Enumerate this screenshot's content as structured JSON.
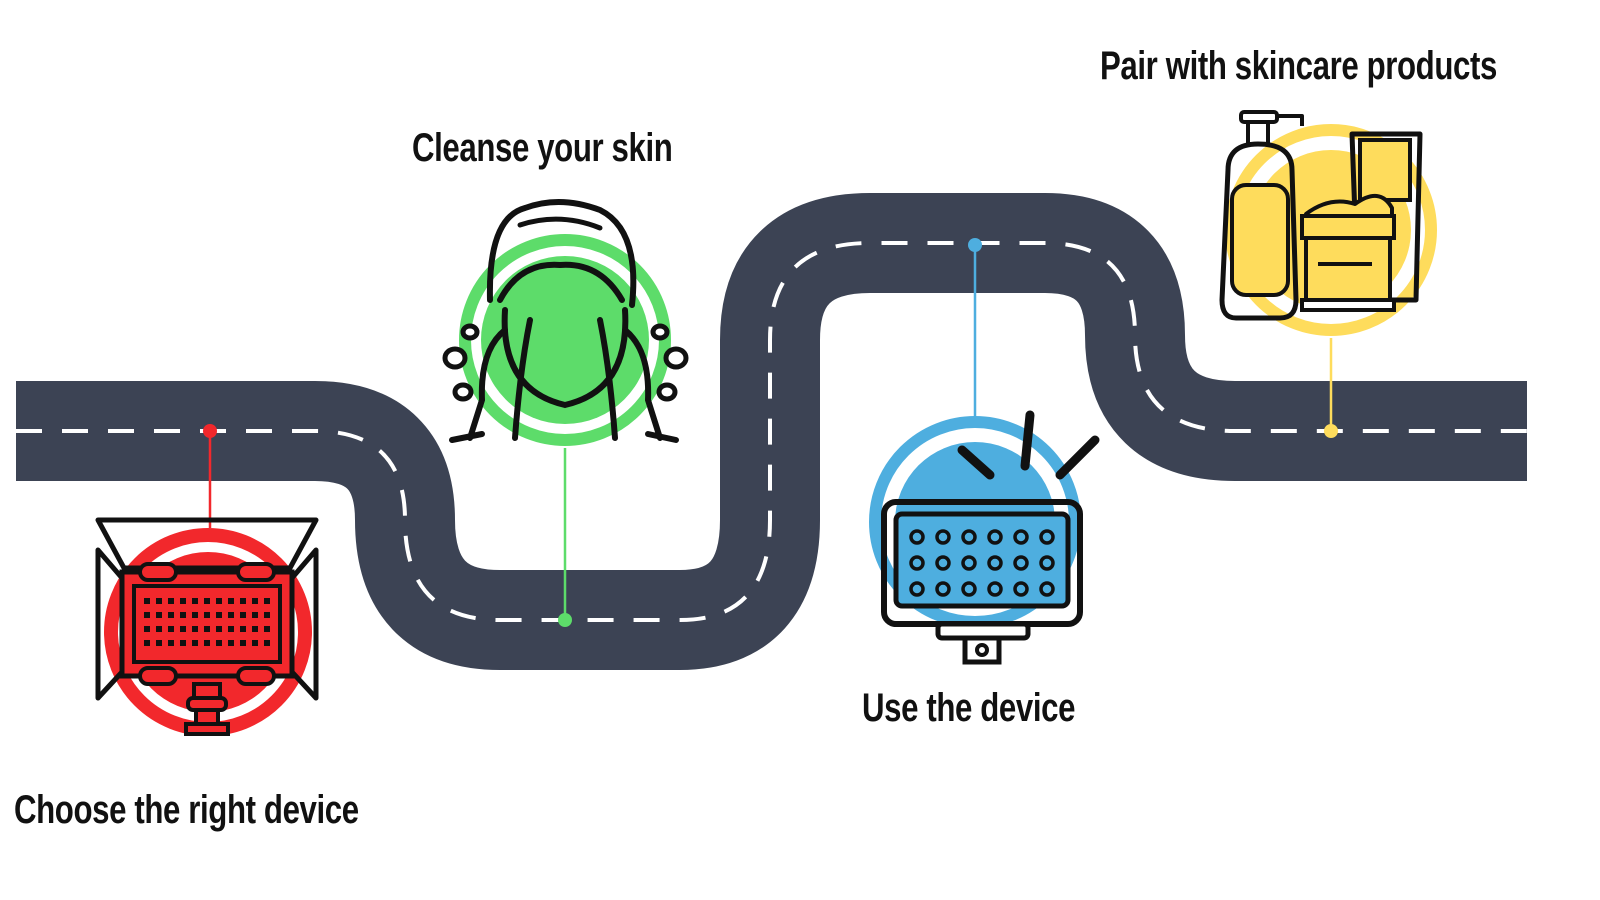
{
  "colors": {
    "road": "#3c4354",
    "road_dash": "#ffffff",
    "outline": "#111111",
    "step1": "#f2282c",
    "step2": "#5ddc6a",
    "step3": "#4eaedf",
    "step4": "#fedc5c"
  },
  "steps": [
    {
      "label": "Choose the right device",
      "icon": "led-panel-light-icon",
      "color": "#f2282c"
    },
    {
      "label": "Cleanse your skin",
      "icon": "face-washing-icon",
      "color": "#5ddc6a"
    },
    {
      "label": "Use the device",
      "icon": "led-mask-device-icon",
      "color": "#4eaedf"
    },
    {
      "label": "Pair with skincare products",
      "icon": "skincare-products-icon",
      "color": "#fedc5c"
    }
  ]
}
